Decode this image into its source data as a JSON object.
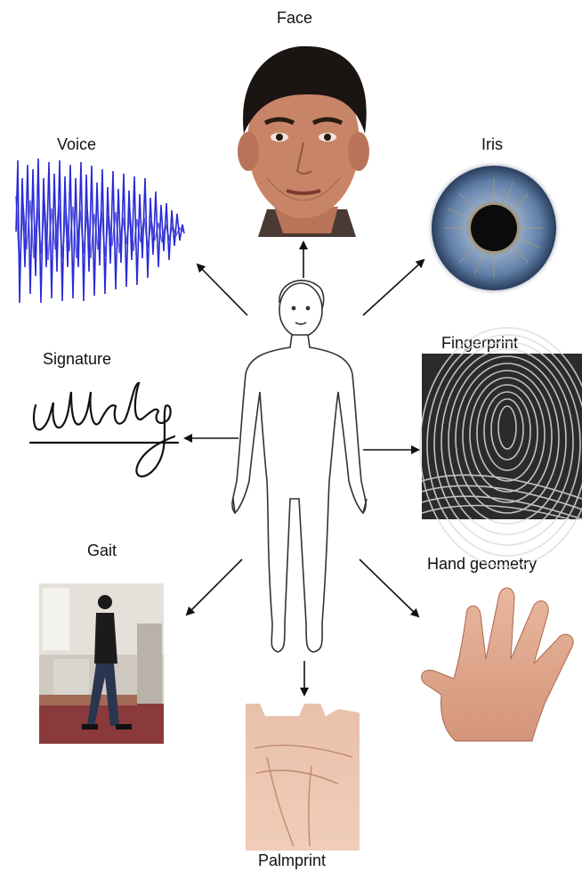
{
  "labels": {
    "face": "Face",
    "voice": "Voice",
    "iris": "Iris",
    "signature": "Signature",
    "fingerprint": "Fingerprint",
    "gait": "Gait",
    "hand_geometry": "Hand geometry",
    "palmprint": "Palmprint"
  },
  "colors": {
    "voice_wave": "#2b2bd6",
    "arrow": "#111111",
    "body_outline": "#333333",
    "skin": "#c98a6c",
    "iris_blue": "#5f7fa8",
    "iris_gold": "#c8a25a",
    "gait_floor": "#8a3a3a"
  }
}
